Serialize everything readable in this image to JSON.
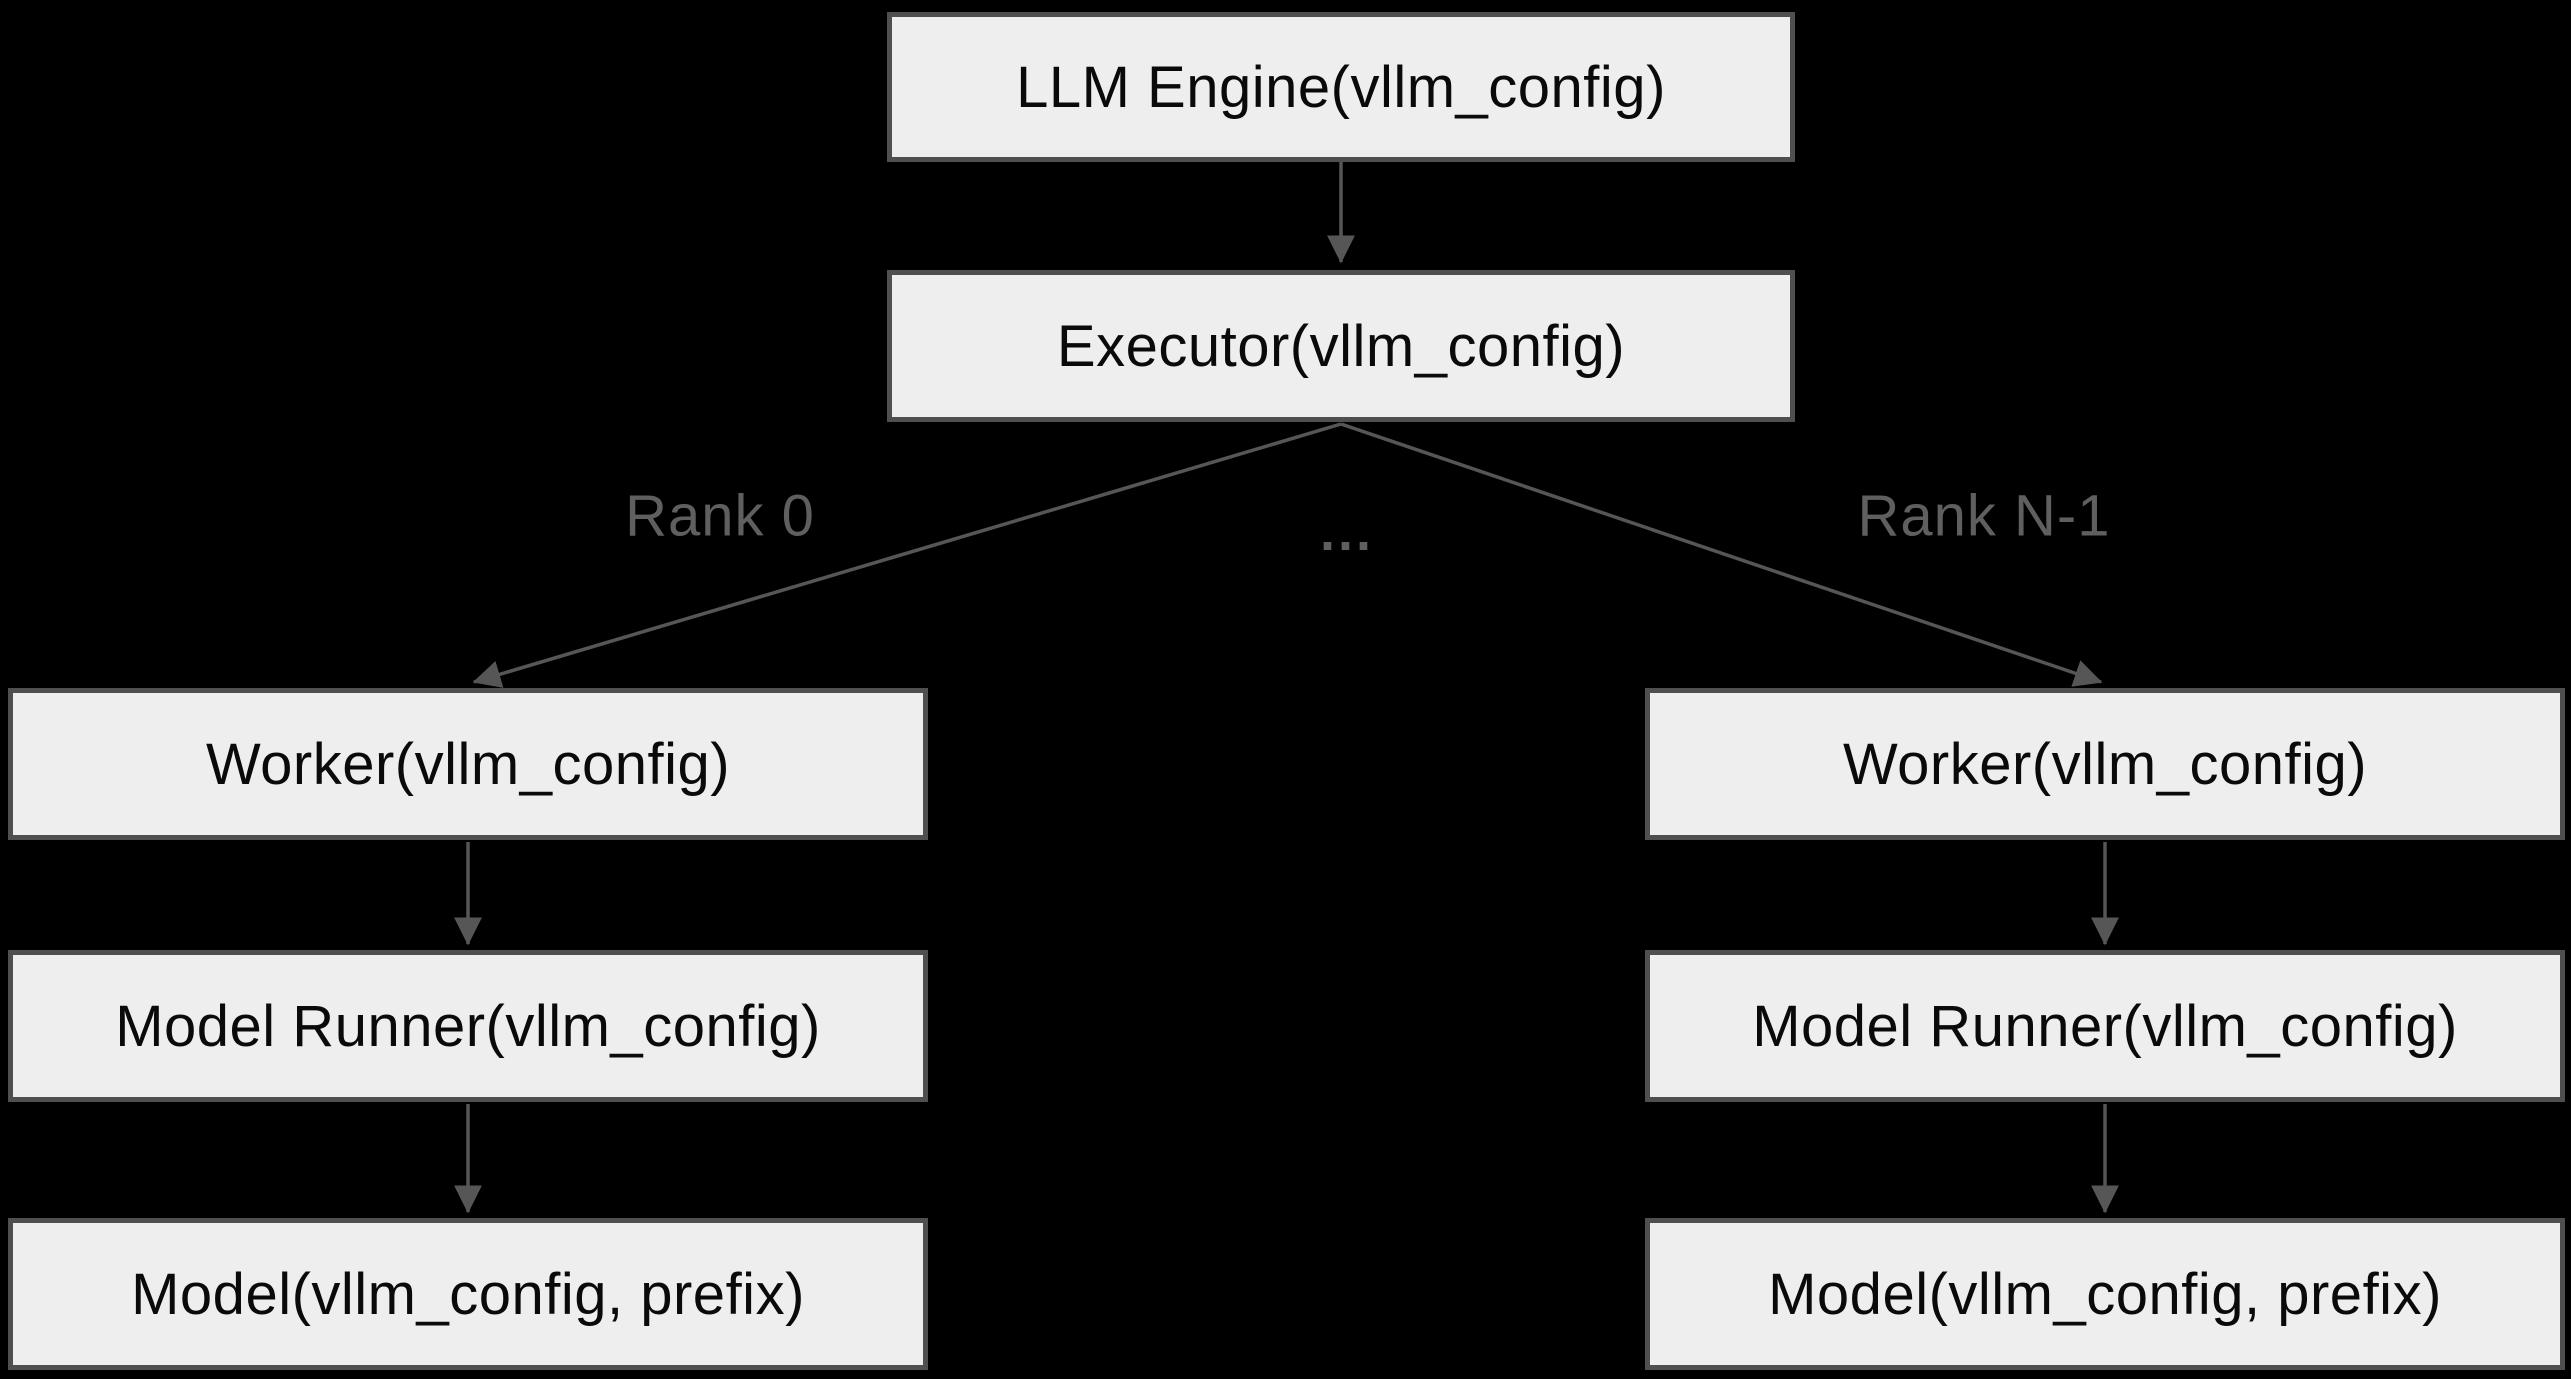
{
  "diagram": {
    "description": "vLLM architecture tree diagram",
    "colors": {
      "background": "#000000",
      "node_fill": "#eeeeee",
      "node_border": "#4f4f4f",
      "node_text": "#0a0a0a",
      "edge_line": "#565656",
      "edge_label_text": "#5f5f5f"
    },
    "nodes": {
      "llm_engine": {
        "label": "LLM Engine(vllm_config)"
      },
      "executor": {
        "label": "Executor(vllm_config)"
      },
      "worker_left": {
        "label": "Worker(vllm_config)"
      },
      "worker_right": {
        "label": "Worker(vllm_config)"
      },
      "model_runner_left": {
        "label": "Model Runner(vllm_config)"
      },
      "model_runner_right": {
        "label": "Model Runner(vllm_config)"
      },
      "model_left": {
        "label": "Model(vllm_config, prefix)"
      },
      "model_right": {
        "label": "Model(vllm_config, prefix)"
      }
    },
    "edge_labels": {
      "rank_0": "Rank 0",
      "ellipsis": "...",
      "rank_n_1": "Rank N-1"
    }
  }
}
